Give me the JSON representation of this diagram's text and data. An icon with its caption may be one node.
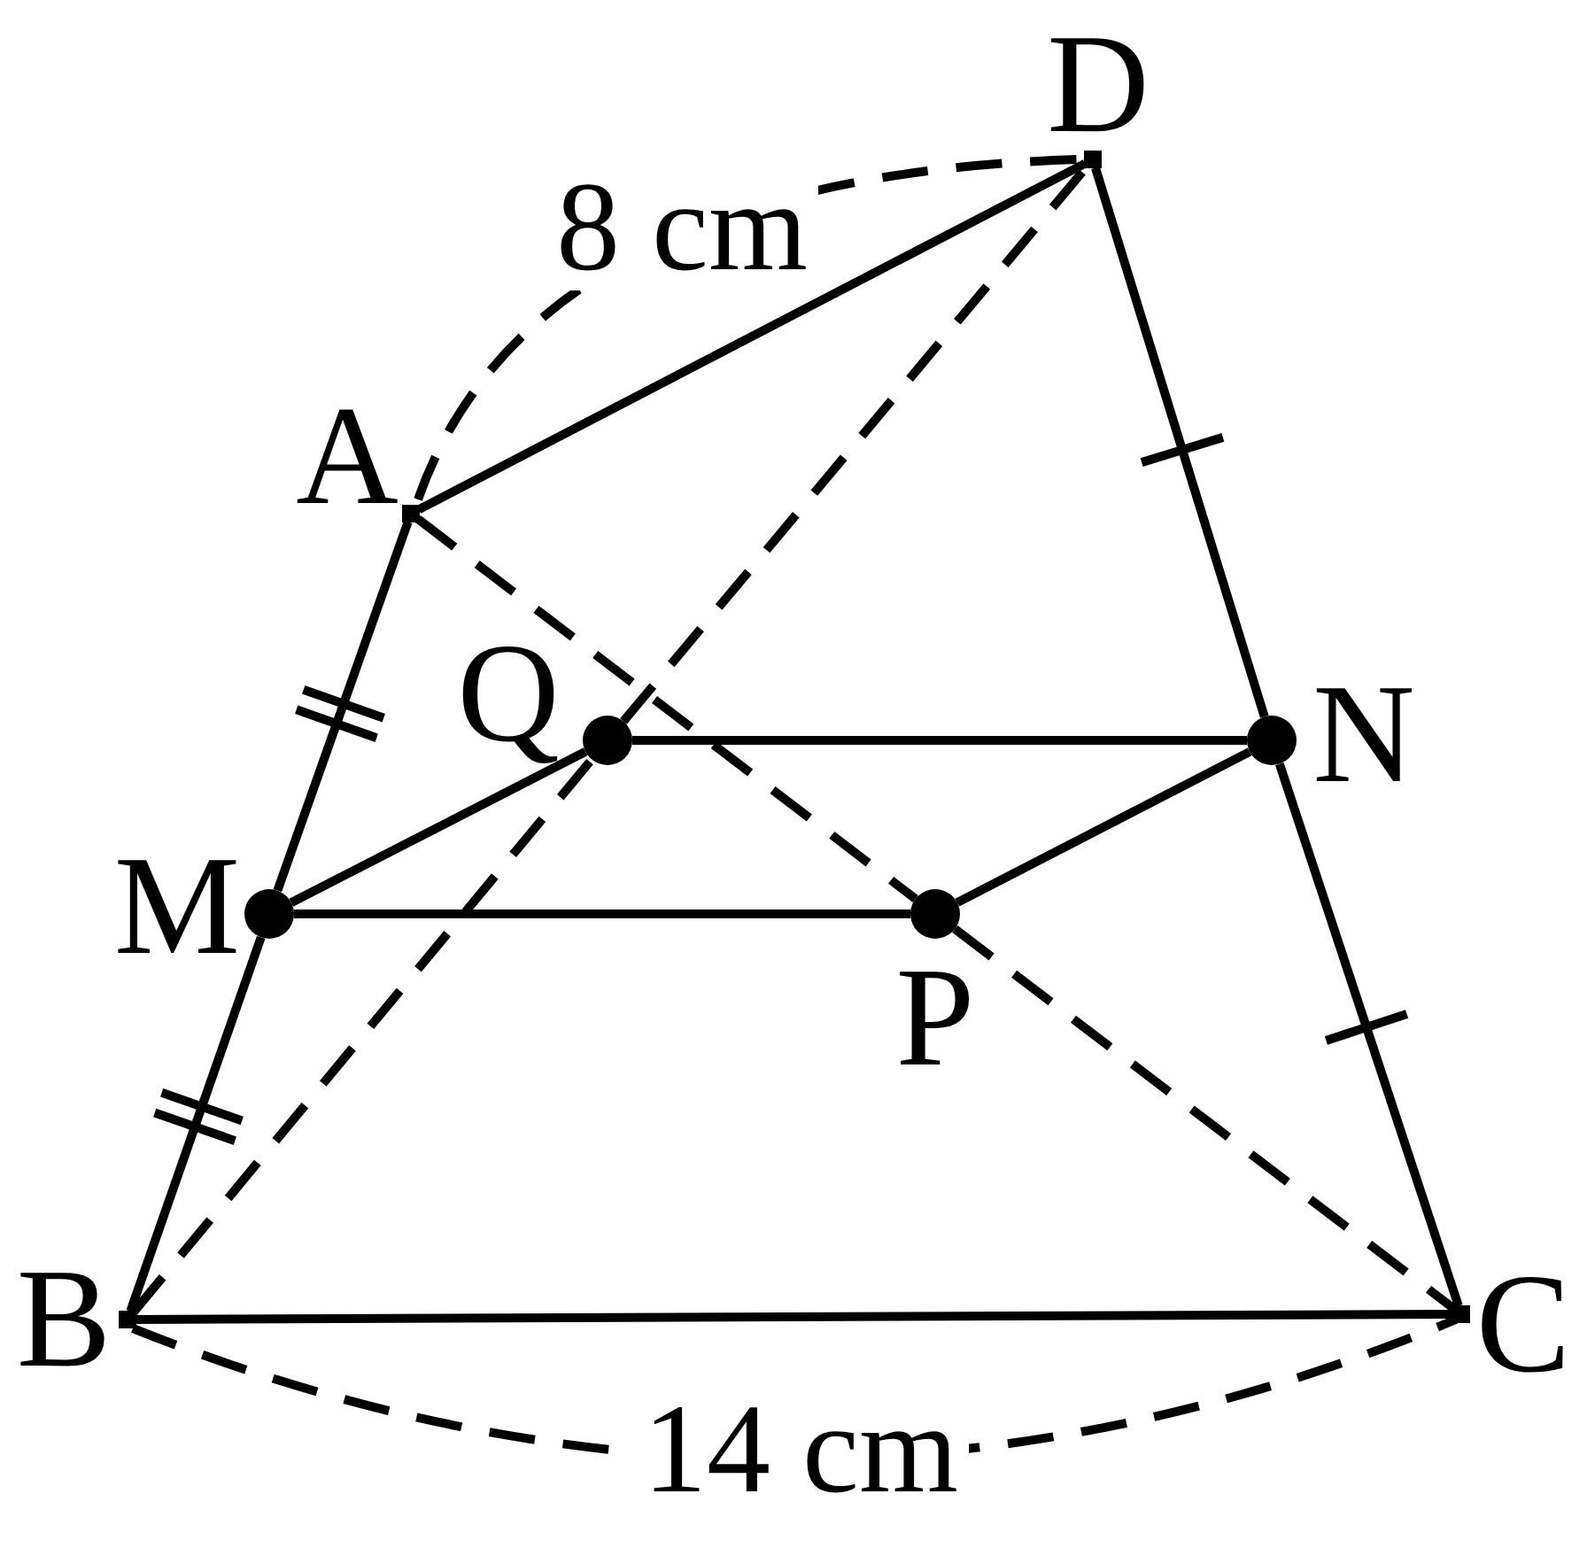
{
  "diagram": {
    "nodes": [
      {
        "text": [],
        "shape": "point",
        "beside": [
          "A"
        ]
      },
      {
        "text": [],
        "shape": "point",
        "beside": [
          "B"
        ]
      },
      {
        "text": [],
        "shape": "point",
        "beside": [
          "C"
        ]
      },
      {
        "text": [],
        "shape": "point",
        "beside": [
          "D"
        ]
      },
      {
        "text": [],
        "shape": "dot",
        "beside": [
          "M"
        ]
      },
      {
        "text": [],
        "shape": "dot",
        "beside": [
          "N"
        ]
      },
      {
        "text": [],
        "shape": "dot",
        "beside": [
          "P"
        ]
      },
      {
        "text": [],
        "shape": "dot",
        "beside": [
          "Q"
        ]
      }
    ],
    "edges": [
      {
        "from": 0,
        "to": 3,
        "arrow": "none"
      },
      {
        "from": 0,
        "to": 4,
        "arrow": "none"
      },
      {
        "from": 4,
        "to": 1,
        "arrow": "none"
      },
      {
        "from": 3,
        "to": 5,
        "arrow": "none"
      },
      {
        "from": 5,
        "to": 2,
        "arrow": "none"
      },
      {
        "from": 1,
        "to": 2,
        "arrow": "none"
      },
      {
        "from": 4,
        "to": 6,
        "arrow": "none"
      },
      {
        "from": 7,
        "to": 5,
        "arrow": "none"
      },
      {
        "from": 4,
        "to": 7,
        "arrow": "none"
      },
      {
        "from": 6,
        "to": 5,
        "arrow": "none"
      },
      {
        "from": 1,
        "to": 7,
        "arrow": "none",
        "style": "dashed"
      },
      {
        "from": 7,
        "to": 3,
        "arrow": "none",
        "style": "dashed"
      },
      {
        "from": 0,
        "to": 6,
        "arrow": "none",
        "style": "dashed"
      },
      {
        "from": 6,
        "to": 2,
        "arrow": "none",
        "style": "dashed"
      }
    ],
    "labels": [
      "8 cm",
      "14 cm"
    ]
  }
}
